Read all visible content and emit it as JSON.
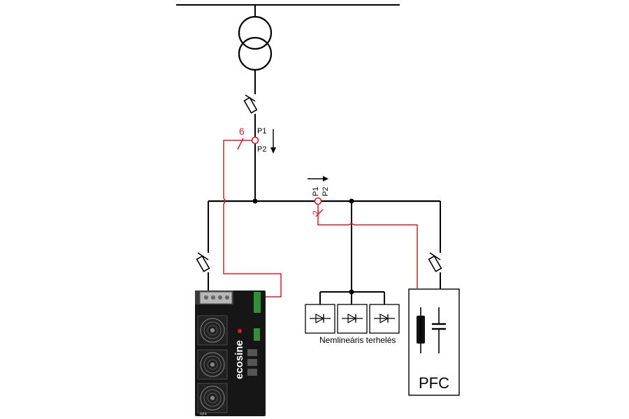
{
  "ct_main": {
    "p1": "P1",
    "p2": "P2",
    "ratio_mark": "6"
  },
  "ct_branch": {
    "p1": "P1",
    "p2": "P2",
    "ratio_mark": "2"
  },
  "device": {
    "brand": "ecosine",
    "badge": "sync"
  },
  "loads": {
    "label": "Nemlineáris terhelés"
  },
  "pfc": {
    "label": "PFC"
  },
  "colors": {
    "line": "#000000",
    "signal": "#d61f26",
    "device_body": "#161616"
  },
  "icons": [
    "transformer-icon",
    "fuse-icon",
    "diode-icon",
    "capacitor-icon",
    "fan-icon",
    "arrow-icon"
  ]
}
